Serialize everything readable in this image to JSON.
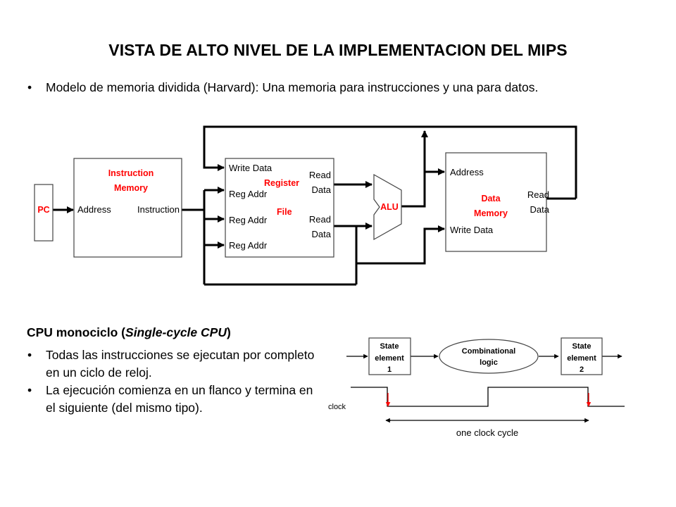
{
  "title": "VISTA DE ALTO NIVEL DE LA IMPLEMENTACION  DEL MIPS",
  "bullet_memory": "Modelo de memoria dividida (Harvard): Una memoria para instrucciones y una para datos.",
  "single_cycle": {
    "heading_prefix": "CPU monociclo (",
    "heading_italic": "Single-cycle CPU",
    "heading_suffix": ")",
    "bullets": [
      "Todas las instrucciones se ejecutan por completo en un ciclo de reloj.",
      "La ejecución comienza en un flanco y termina en el siguiente (del mismo tipo)."
    ]
  },
  "datapath": {
    "pc": "PC",
    "imem_title_1": "Instruction",
    "imem_title_2": "Memory",
    "imem_address": "Address",
    "imem_instruction": "Instruction",
    "reg_write_data": "Write Data",
    "reg_addr_1": "Reg Addr",
    "reg_addr_2": "Reg Addr",
    "reg_addr_3": "Reg Addr",
    "reg_title_1": "Register",
    "reg_title_2": "File",
    "reg_read1_a": "Read",
    "reg_read1_b": "Data",
    "reg_read2_a": "Read",
    "reg_read2_b": "Data",
    "alu": "ALU",
    "dmem_address": "Address",
    "dmem_title_1": "Data",
    "dmem_title_2": "Memory",
    "dmem_read_a": "Read",
    "dmem_read_b": "Data",
    "dmem_write_data": "Write Data"
  },
  "timing": {
    "state1_a": "State",
    "state1_b": "element",
    "state1_c": "1",
    "comb_a": "Combinational",
    "comb_b": "logic",
    "state2_a": "State",
    "state2_b": "element",
    "state2_c": "2",
    "clock": "clock",
    "cycle": "one clock cycle"
  },
  "colors": {
    "red_label": "#ff0000",
    "box_border": "#444444"
  }
}
